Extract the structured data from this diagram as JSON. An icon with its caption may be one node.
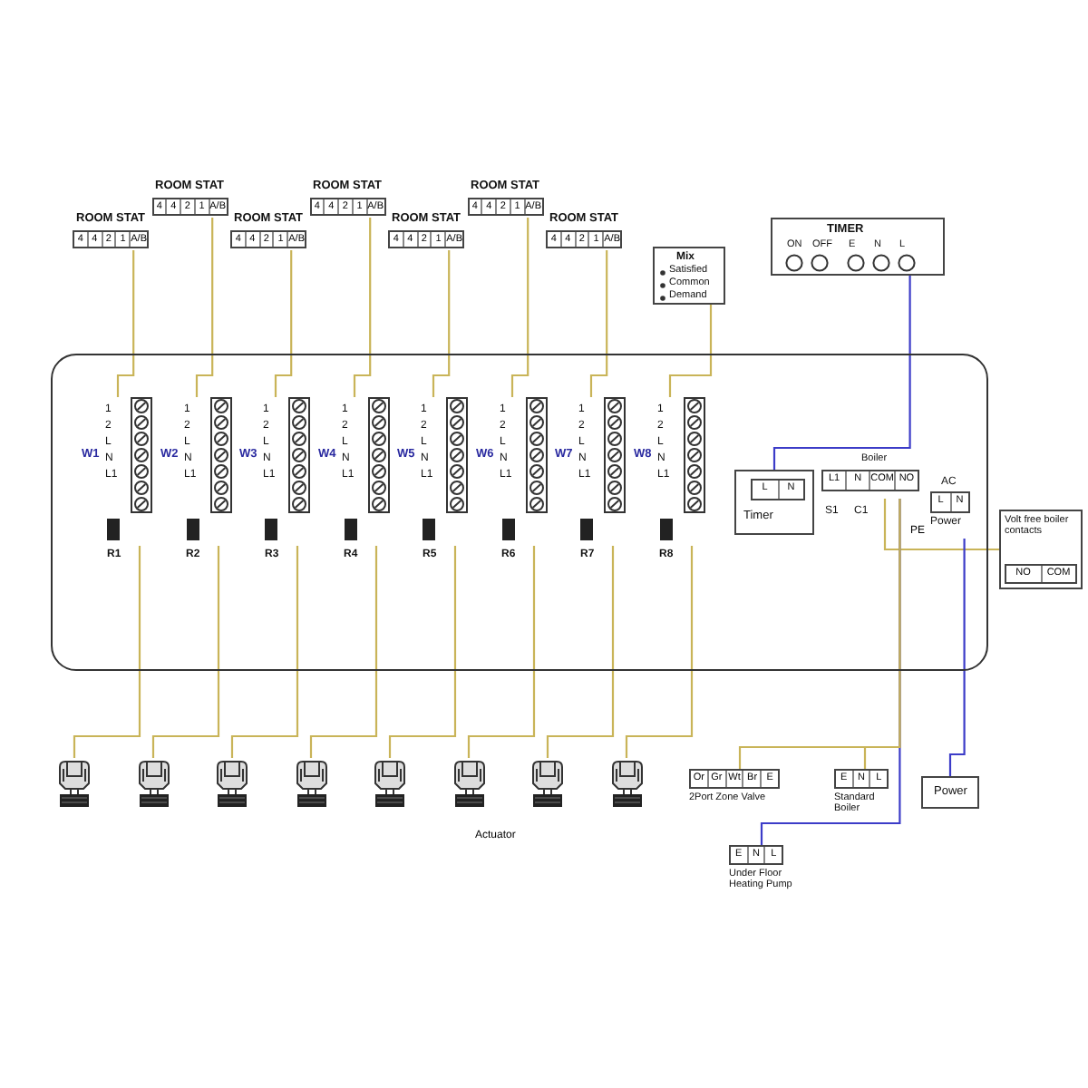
{
  "diagram": {
    "nodes": [
      {
        "text": [
          "ROOM STAT",
          "4",
          "4",
          "2",
          "1",
          "A/B"
        ]
      },
      {
        "text": [
          "ROOM STAT",
          "4",
          "4",
          "2",
          "1",
          "A/B"
        ]
      },
      {
        "text": [
          "ROOM STAT",
          "4",
          "4",
          "2",
          "1",
          "A/B"
        ]
      },
      {
        "text": [
          "ROOM STAT",
          "4",
          "4",
          "2",
          "1",
          "A/B"
        ]
      },
      {
        "text": [
          "ROOM STAT",
          "4",
          "4",
          "2",
          "1",
          "A/B"
        ]
      },
      {
        "text": [
          "ROOM STAT",
          "4",
          "4",
          "2",
          "1",
          "A/B"
        ]
      },
      {
        "text": [
          "ROOM STAT",
          "4",
          "4",
          "2",
          "1",
          "A/B"
        ]
      },
      {
        "text": [
          "Mix",
          "Satisfied",
          "Common",
          "Demand"
        ]
      },
      {
        "text": [
          "TIMER",
          "ON",
          "OFF",
          "E",
          "N",
          "L"
        ]
      },
      {
        "text": [],
        "shape": "box"
      },
      {
        "text": [
          "W1",
          "1",
          "2",
          "L",
          "N",
          "L1"
        ],
        "beside": [
          "R1"
        ],
        "in": 9
      },
      {
        "text": [
          "W2",
          "1",
          "2",
          "L",
          "N",
          "L1"
        ],
        "beside": [
          "R2"
        ],
        "in": 9
      },
      {
        "text": [
          "W3",
          "1",
          "2",
          "L",
          "N",
          "L1"
        ],
        "beside": [
          "R3"
        ],
        "in": 9
      },
      {
        "text": [
          "W4",
          "1",
          "2",
          "L",
          "N",
          "L1"
        ],
        "beside": [
          "R4"
        ],
        "in": 9
      },
      {
        "text": [
          "W5",
          "1",
          "2",
          "L",
          "N",
          "L1"
        ],
        "beside": [
          "R5"
        ],
        "in": 9
      },
      {
        "text": [
          "W6",
          "1",
          "2",
          "L",
          "N",
          "L1"
        ],
        "beside": [
          "R6"
        ],
        "in": 9
      },
      {
        "text": [
          "W7",
          "1",
          "2",
          "L",
          "N",
          "L1"
        ],
        "beside": [
          "R7"
        ],
        "in": 9
      },
      {
        "text": [
          "W8",
          "1",
          "2",
          "L",
          "N",
          "L1"
        ],
        "beside": [
          "R8"
        ],
        "in": 9
      },
      {
        "text": [
          "L",
          "N",
          "Timer"
        ],
        "in": 9
      },
      {
        "text": [
          "Boiler",
          "L1",
          "N",
          "COM",
          "NO"
        ],
        "beside": [
          "S1",
          "C1"
        ],
        "in": 9
      },
      {
        "text": [
          "AC",
          "L",
          "N",
          "Power"
        ],
        "in": 9
      },
      {
        "text": [
          "Volt free boiler contacts",
          "NO",
          "COM"
        ]
      },
      {
        "text": [],
        "shape": "actuator"
      },
      {
        "text": [],
        "shape": "actuator"
      },
      {
        "text": [],
        "shape": "actuator"
      },
      {
        "text": [],
        "shape": "actuator"
      },
      {
        "text": [],
        "shape": "actuator"
      },
      {
        "text": [],
        "shape": "actuator"
      },
      {
        "text": [],
        "shape": "actuator"
      },
      {
        "text": [],
        "shape": "actuator"
      },
      {
        "text": [
          "2Port Zone Valve",
          "Or",
          "Gr",
          "Wt",
          "Br",
          "E"
        ]
      },
      {
        "text": [
          "Under Floor Heating Pump",
          "E",
          "N",
          "L"
        ]
      },
      {
        "text": [
          "Standard Boiler",
          "E",
          "N",
          "L"
        ]
      },
      {
        "text": [
          "Power"
        ]
      }
    ],
    "edges": [
      {
        "from": 0,
        "to": 10,
        "arrow": "none"
      },
      {
        "from": 1,
        "to": 11,
        "arrow": "none"
      },
      {
        "from": 2,
        "to": 12,
        "arrow": "none"
      },
      {
        "from": 3,
        "to": 13,
        "arrow": "none"
      },
      {
        "from": 4,
        "to": 14,
        "arrow": "none"
      },
      {
        "from": 5,
        "to": 15,
        "arrow": "none"
      },
      {
        "from": 6,
        "to": 16,
        "arrow": "none"
      },
      {
        "from": 7,
        "to": 17,
        "arrow": "none"
      },
      {
        "from": 10,
        "to": 22,
        "arrow": "none"
      },
      {
        "from": 11,
        "to": 23,
        "arrow": "none"
      },
      {
        "from": 12,
        "to": 24,
        "arrow": "none"
      },
      {
        "from": 13,
        "to": 25,
        "arrow": "none"
      },
      {
        "from": 14,
        "to": 26,
        "arrow": "none"
      },
      {
        "from": 15,
        "to": 27,
        "arrow": "none"
      },
      {
        "from": 16,
        "to": 28,
        "arrow": "none"
      },
      {
        "from": 17,
        "to": 29,
        "arrow": "none"
      },
      {
        "from": 8,
        "to": 18,
        "arrow": "none",
        "color": "#3c3cc8"
      },
      {
        "from": 21,
        "to": 19,
        "arrow": "none"
      },
      {
        "from": 19,
        "to": 30,
        "arrow": "none"
      },
      {
        "from": 19,
        "to": 31,
        "arrow": "none",
        "color": "#3c3cc8"
      },
      {
        "from": 19,
        "to": 32,
        "arrow": "none"
      },
      {
        "from": 20,
        "to": 33,
        "arrow": "none",
        "color": "#3c3cc8"
      }
    ],
    "labels": [
      "PE",
      "Actuator"
    ]
  }
}
